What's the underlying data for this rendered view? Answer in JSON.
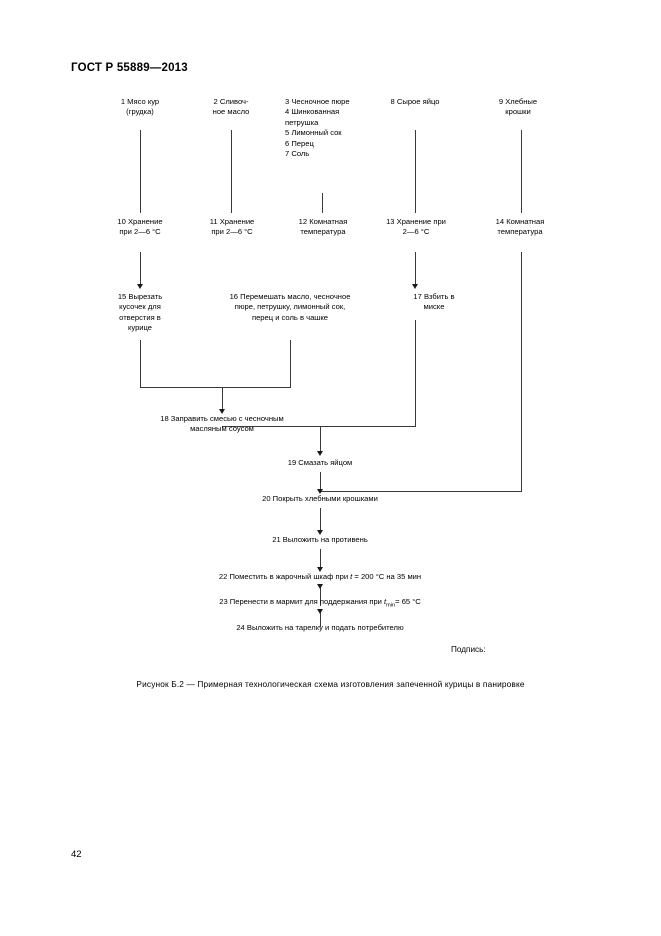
{
  "document": {
    "standard_title": "ГОСТ Р 55889—2013",
    "page_number": "42",
    "caption": "Рисунок Б.2 — Примерная технологическая схема изготовления запеченной курицы в панировке",
    "signature_label": "Подпись:"
  },
  "flowchart": {
    "title": "Примерная технологическая схема изготовления запеченной курицы в панировке",
    "nodes": {
      "n1": "1 Мясо кур\n(грудка)",
      "n2": "2 Сливоч-\nное масло",
      "n3_7": "3 Чесночное пюре\n4 Шинкованная\nпетрушка\n5 Лимонный сок\n6 Перец\n7 Соль",
      "n8": "8 Сырое яйцо",
      "n9": "9 Хлебные\nкрошки",
      "n10": "10 Хранение\nпри 2—6 °С",
      "n11": "11 Хранение\nпри 2—6 °С",
      "n12": "12 Комнатная\nтемпература",
      "n13": "13 Хранение при\n2—6 °С",
      "n14": "14 Комнатная\nтемпература",
      "n15": "15 Вырезать\nкусочек для\nотверстия в\nкурице",
      "n16": "16 Перемешать масло, чесночное\nпюре, петрушку, лимонный сок,\nперец и соль в чашке",
      "n17": "17 Взбить в\nмиске",
      "n18": "18 Заправить смесью с чесночным\nмасляным соусом",
      "n19": "19 Смазать яйцом",
      "n20": "20 Покрыть хлебными крошками",
      "n21": "21 Выложить на противень",
      "n22_pre": "22 Поместить в жарочный шкаф при ",
      "n22_var": "t",
      "n22_post": " = 200 °С на 35 мин",
      "n23_pre": "23 Перенести в мармит для поддержания при ",
      "n23_var": "t",
      "n23_sub": "min",
      "n23_post": "= 65 °С",
      "n24": "24 Выложить на тарелку и подать потребителю"
    },
    "line_color": "#3a3a3a"
  }
}
